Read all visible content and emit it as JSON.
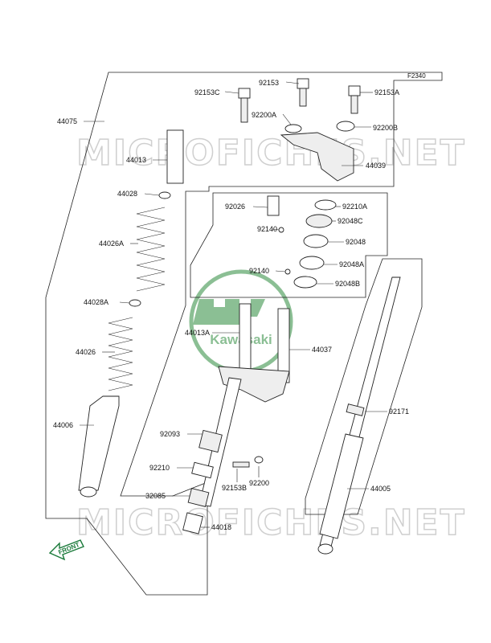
{
  "figure": {
    "ref_code": "F2340",
    "front_label": "FRONT",
    "watermark": "MICROFICHES.NET",
    "logo_text": "Kawasaki",
    "colors": {
      "logo": "#2e8b3e",
      "watermark": "#cfcfcf",
      "front_arrow": "#1a7a3a"
    }
  },
  "parts": [
    {
      "id": "p1",
      "label": "92153"
    },
    {
      "id": "p2",
      "label": "92153C"
    },
    {
      "id": "p3",
      "label": "92153A"
    },
    {
      "id": "p4",
      "label": "92200A"
    },
    {
      "id": "p5",
      "label": "92200B"
    },
    {
      "id": "p6",
      "label": "44075"
    },
    {
      "id": "p7",
      "label": "44013"
    },
    {
      "id": "p8",
      "label": "44039"
    },
    {
      "id": "p9",
      "label": "44028"
    },
    {
      "id": "p10",
      "label": "92026"
    },
    {
      "id": "p11",
      "label": "92210A"
    },
    {
      "id": "p12",
      "label": "92048C"
    },
    {
      "id": "p13",
      "label": "92140"
    },
    {
      "id": "p14",
      "label": "92048"
    },
    {
      "id": "p15",
      "label": "44026A"
    },
    {
      "id": "p16",
      "label": "92140"
    },
    {
      "id": "p17",
      "label": "92048A"
    },
    {
      "id": "p18",
      "label": "92048B"
    },
    {
      "id": "p19",
      "label": "44028A"
    },
    {
      "id": "p20",
      "label": "44013A"
    },
    {
      "id": "p21",
      "label": "44037"
    },
    {
      "id": "p22",
      "label": "44026"
    },
    {
      "id": "p23",
      "label": "44006"
    },
    {
      "id": "p24",
      "label": "92171"
    },
    {
      "id": "p25",
      "label": "92093"
    },
    {
      "id": "p26",
      "label": "92210"
    },
    {
      "id": "p27",
      "label": "92200"
    },
    {
      "id": "p28",
      "label": "92153B"
    },
    {
      "id": "p29",
      "label": "32085"
    },
    {
      "id": "p30",
      "label": "44005"
    },
    {
      "id": "p31",
      "label": "44018"
    }
  ]
}
